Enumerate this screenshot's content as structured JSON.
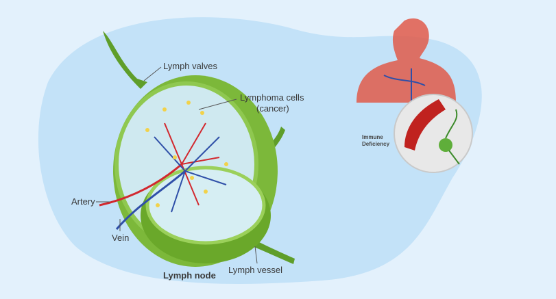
{
  "labels": {
    "lymph_valves": "Lymph valves",
    "lymphoma_cells_line1": "Lymphoma cells",
    "lymphoma_cells_line2": "(cancer)",
    "artery": "Artery",
    "vein": "Vein",
    "lymph_node": "Lymph node",
    "lymph_vessel": "Lymph vessel",
    "immune_line1": "Immune",
    "immune_line2": "Deficiency"
  },
  "colors": {
    "background": "#e3f1fc",
    "blob": "#bfe0f8",
    "node_green": "#6aa82a",
    "artery": "#d2282e",
    "vein": "#2f4fa8",
    "body": "#e05a4a"
  }
}
